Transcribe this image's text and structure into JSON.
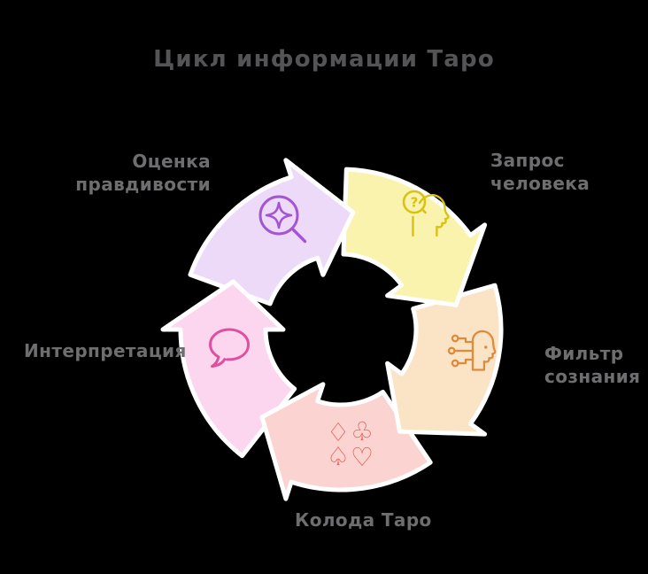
{
  "background": "#000000",
  "outline_color": "#ffffff",
  "title": {
    "text": "Цикл информации Таро",
    "color": "#545457"
  },
  "label_color": "#6e6e70",
  "steps": [
    {
      "name": "Запрос человека",
      "lines": [
        "Запрос",
        "человека"
      ],
      "fill": "#f9f3ad",
      "icon": "question-head-icon",
      "icon_color": "#d9c214",
      "question_mark": "?"
    },
    {
      "name": "Фильтр сознания",
      "lines": [
        "Фильтр",
        "сознания"
      ],
      "fill": "#fbe3c6",
      "icon": "circuit-head-icon",
      "icon_color": "#dd8b3d"
    },
    {
      "name": "Колода Таро",
      "lines": [
        "Колода Таро"
      ],
      "fill": "#fbd3d1",
      "icon": "card-suits-icon",
      "icon_color": "#e05b52",
      "suits": [
        "♢",
        "♧",
        "♤",
        "♡"
      ]
    },
    {
      "name": "Интерпретация",
      "lines": [
        "Интерпретация"
      ],
      "fill": "#fcd6ee",
      "icon": "speech-bubble-icon",
      "icon_color": "#df4f9e"
    },
    {
      "name": "Оценка правдивости",
      "lines": [
        "Оценка",
        "правдивости"
      ],
      "fill": "#ecdaf8",
      "icon": "sparkle-magnifier-icon",
      "icon_color": "#a455d2"
    }
  ]
}
